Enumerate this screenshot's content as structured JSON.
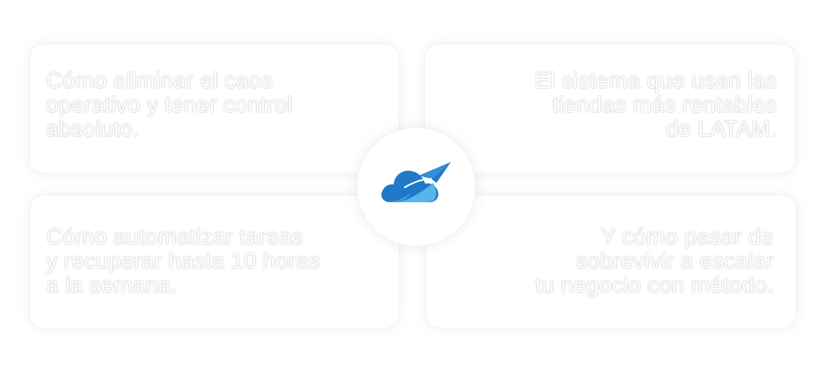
{
  "cards": {
    "top_left": "Cómo eliminar el caos\noperativo y tener control\nabsoluto.",
    "top_right": "El sistema que usan las\ntiendas más rentables\nde LATAM.",
    "bottom_left": "Cómo automatizar tareas\ny recuperar hasta 10 horas\na la semana.",
    "bottom_right": "Y cómo pasar de\nsobrevivir a escalar\ntu negocio con método."
  },
  "logo": {
    "icon": "cloud-paper-plane-icon",
    "colors": {
      "cloud_dark": "#1f78c8",
      "cloud_light": "#56b6ea",
      "plane": "#2f8fd8"
    }
  }
}
